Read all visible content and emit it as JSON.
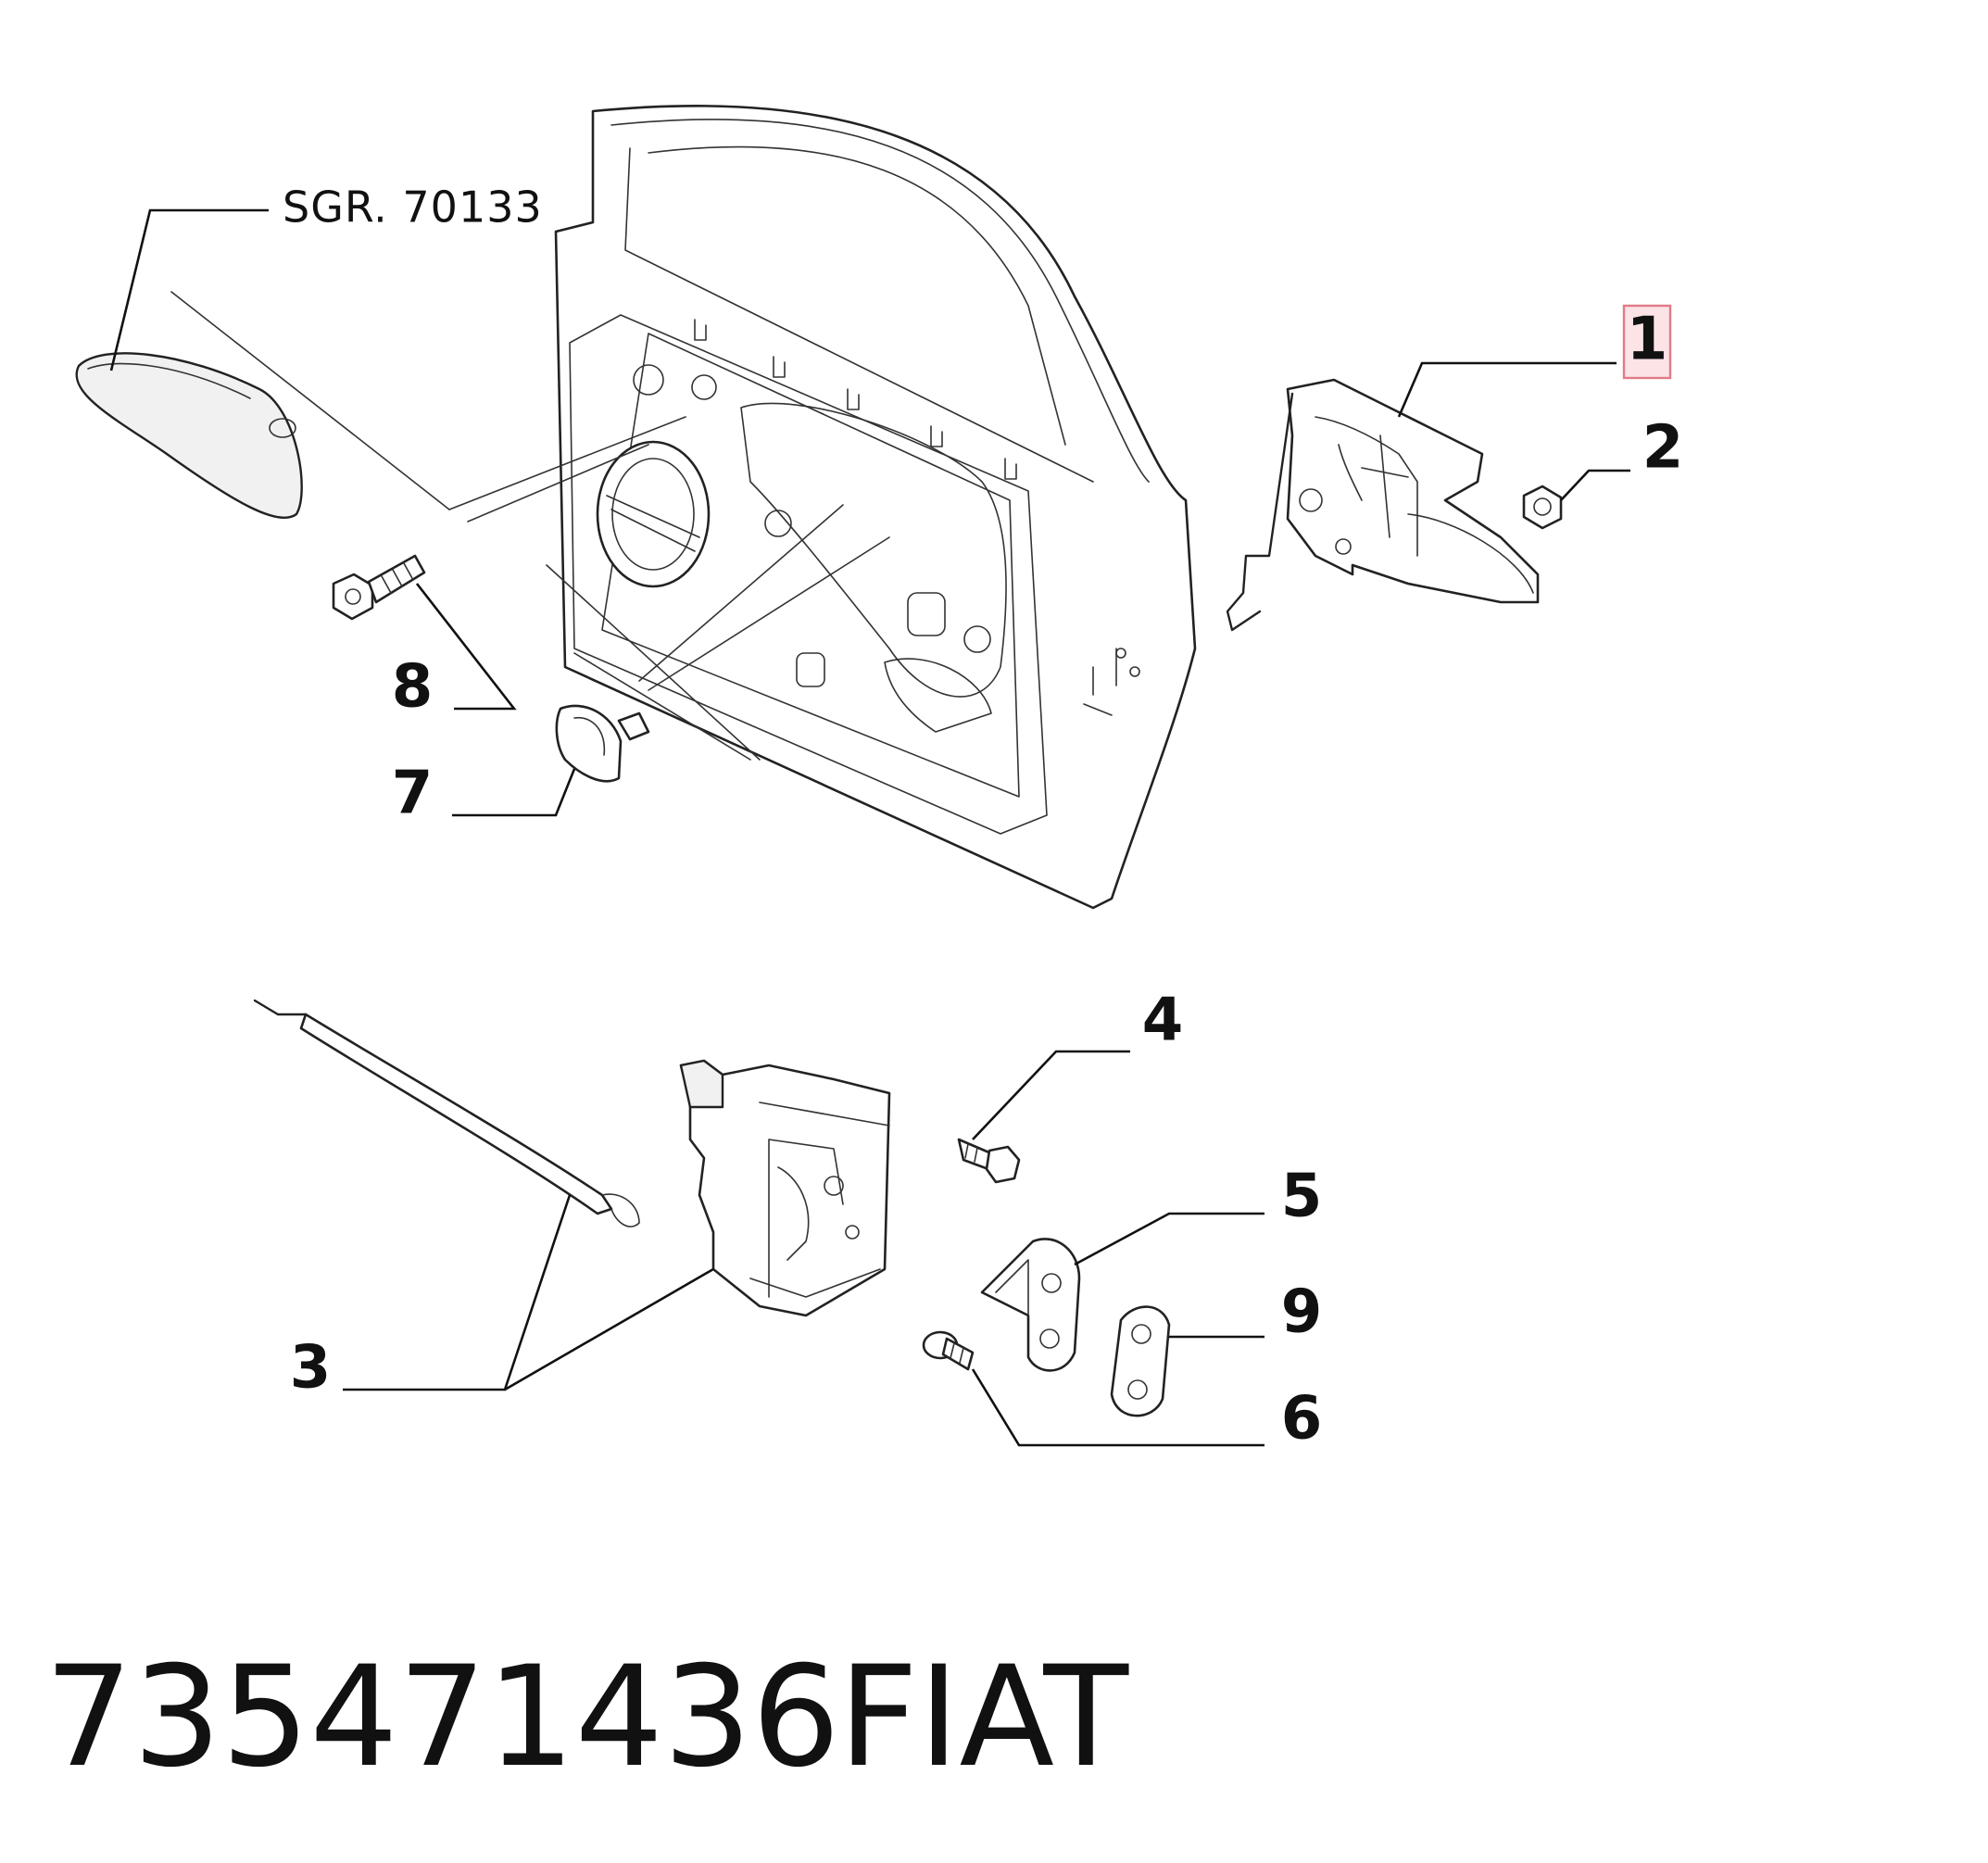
{
  "diagram": {
    "reference_label": "SGR. 70133",
    "callouts": [
      "1",
      "2",
      "3",
      "4",
      "5",
      "6",
      "7",
      "8",
      "9"
    ],
    "highlighted_callout": "1"
  },
  "footer": {
    "part_number": "735471436",
    "brand": "FIAT"
  },
  "colors": {
    "highlight_fill": "#fbe3e6",
    "highlight_stroke": "#e07b89",
    "line": "#222222"
  }
}
